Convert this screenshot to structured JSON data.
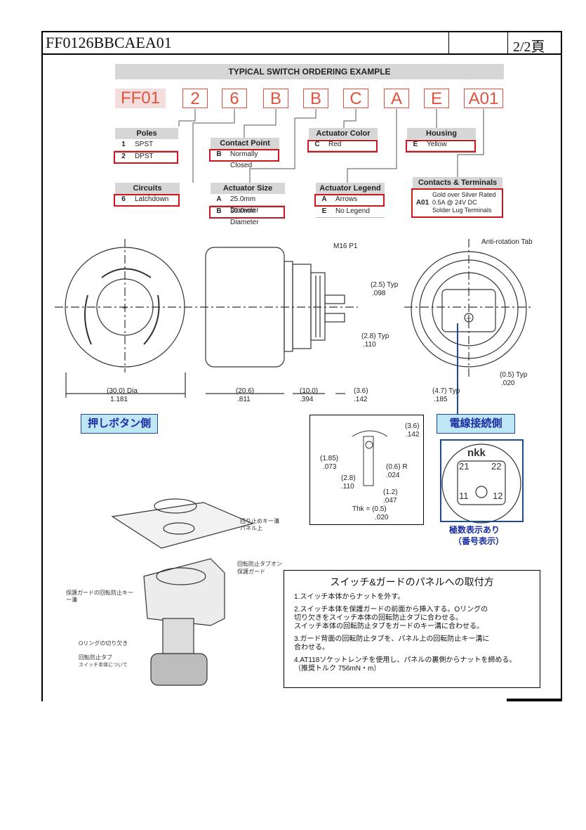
{
  "header": {
    "doc_number": "FF0126BBCAEA01",
    "page": "2/2頁"
  },
  "ordering": {
    "title": "TYPICAL SWITCH ORDERING EXAMPLE",
    "codes": [
      "FF01",
      "2",
      "6",
      "B",
      "B",
      "C",
      "A",
      "E",
      "A01"
    ]
  },
  "poles": {
    "title": "Poles",
    "rows": [
      {
        "k": "1",
        "v": "SPST"
      },
      {
        "k": "2",
        "v": "DPST"
      }
    ]
  },
  "contact_point": {
    "title": "Contact Point",
    "rows": [
      {
        "k": "B",
        "v": "Normally Closed"
      }
    ]
  },
  "actuator_color": {
    "title": "Actuator Color",
    "rows": [
      {
        "k": "C",
        "v": "Red"
      }
    ]
  },
  "housing": {
    "title": "Housing",
    "rows": [
      {
        "k": "E",
        "v": "Yellow"
      }
    ]
  },
  "circuits": {
    "title": "Circuits",
    "rows": [
      {
        "k": "6",
        "v": "Latchdown"
      }
    ]
  },
  "actuator_size": {
    "title": "Actuator Size",
    "rows": [
      {
        "k": "A",
        "v": "25.0mm Diameter"
      },
      {
        "k": "B",
        "v": "30.0mm Diameter"
      }
    ]
  },
  "actuator_legend": {
    "title": "Actuator Legend",
    "rows": [
      {
        "k": "A",
        "v": "Arrows"
      },
      {
        "k": "E",
        "v": "No Legend"
      }
    ]
  },
  "contacts": {
    "title": "Contacts & Terminals",
    "key": "A01",
    "lines": [
      "Gold over Silver Rated",
      "0.5A @ 24V DC",
      "Solder Lug Terminals"
    ]
  },
  "dims": {
    "thread": "M16 P1",
    "anti_rot": "Anti-rotation Tab",
    "d25": "(2.5) Typ",
    "d25b": ".098",
    "d28": "(2.8) Typ",
    "d28b": ".110",
    "dia": "(30.0) Dia",
    "diab": "1.181",
    "d206": "(20.6)",
    "d206b": ".811",
    "d100": "(10.0)",
    "d100b": ".394",
    "d36": "(3.6)",
    "d36b": ".142",
    "d47": "(4.7) Typ",
    "d47b": ".185",
    "d05": "(0.5) Typ",
    "d05b": ".020"
  },
  "lug": {
    "d36": "(3.6)",
    "d36b": ".142",
    "d185": "(1.85)",
    "d185b": ".073",
    "d06": "(0.6) R",
    "d06b": ".024",
    "d28": "(2.8)",
    "d28b": ".110",
    "d12": "(1.2)",
    "d12b": ".047",
    "thk": "Thk = (0.5)",
    "thkb": ".020"
  },
  "terminals": {
    "brand": "nkk",
    "t21": "21",
    "t22": "22",
    "t11": "11",
    "t12": "12"
  },
  "labels_jp": {
    "push_side": "押しボタン側",
    "wire_side": "電線接続側",
    "polarity": "極数表示あり",
    "polarity2": "（番号表示）",
    "p1": "回り止めキー溝",
    "p1b": "パネル上",
    "p2": "回転防止タブオン",
    "p2b": "保護ガード",
    "p3": "保護ガードの回転防止キー",
    "p3b": "ー溝",
    "p4": "Oリングの切り欠き",
    "p5": "回転防止タブ",
    "p5b": "スイッチ本体について"
  },
  "instructions": {
    "title": "スイッチ&ガードのパネルへの取付方",
    "steps": [
      "1.スイッチ本体からナットを外す。",
      "2.スイッチ本体を保護ガードの前面から挿入する。Oリングの",
      "  切り欠きをスイッチ本体の回転防止タブに合わせる。",
      "  スイッチ本体の回転防止タブをガードのキー溝に合わせる。",
      "3.ガード背面の回転防止タブを、パネル上の回転防止キー溝に",
      "  合わせる。",
      "4.AT118ソケットレンチを使用し、パネルの裏側からナットを締める。",
      "  （推奨トルク 756mN・m）"
    ]
  },
  "colors": {
    "accent": "#e0523e",
    "highlight": "#d0141c",
    "blue": "#1a4aa0"
  }
}
